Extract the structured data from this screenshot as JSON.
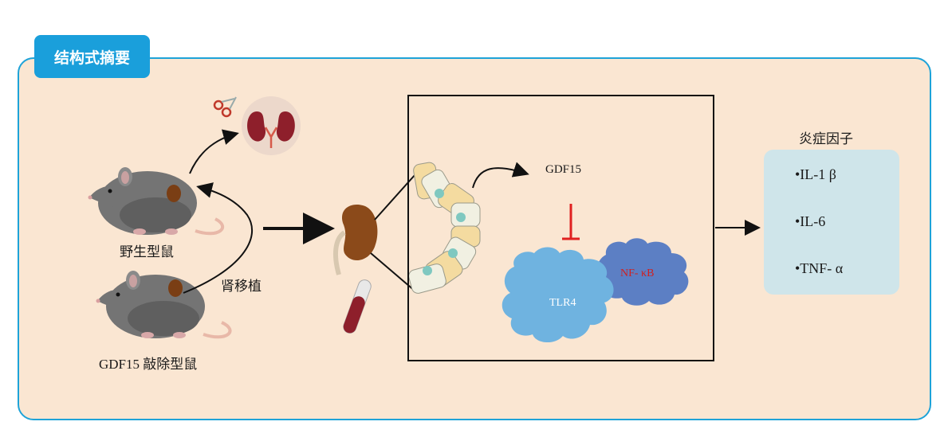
{
  "tab": {
    "title": "结构式摘要"
  },
  "labels": {
    "wild_type": "野生型鼠",
    "knockout": "GDF15 敲除型鼠",
    "transplant": "肾移植",
    "gdf15": "GDF15",
    "tlr4": "TLR4",
    "nfkb": "NF- κB",
    "cytokines_title": "炎症因子"
  },
  "cytokines": [
    "•IL-1 β",
    "•IL-6",
    "•TNF- α"
  ],
  "colors": {
    "panel_bg": "#fae6d2",
    "panel_border": "#1ea3d8",
    "tab_bg": "#1a9fdb",
    "inhibit": "#e02020",
    "tlr4": "#6fb3e0",
    "nfkb": "#5c7fc4",
    "cytokine_box": "#cfe5ea"
  }
}
